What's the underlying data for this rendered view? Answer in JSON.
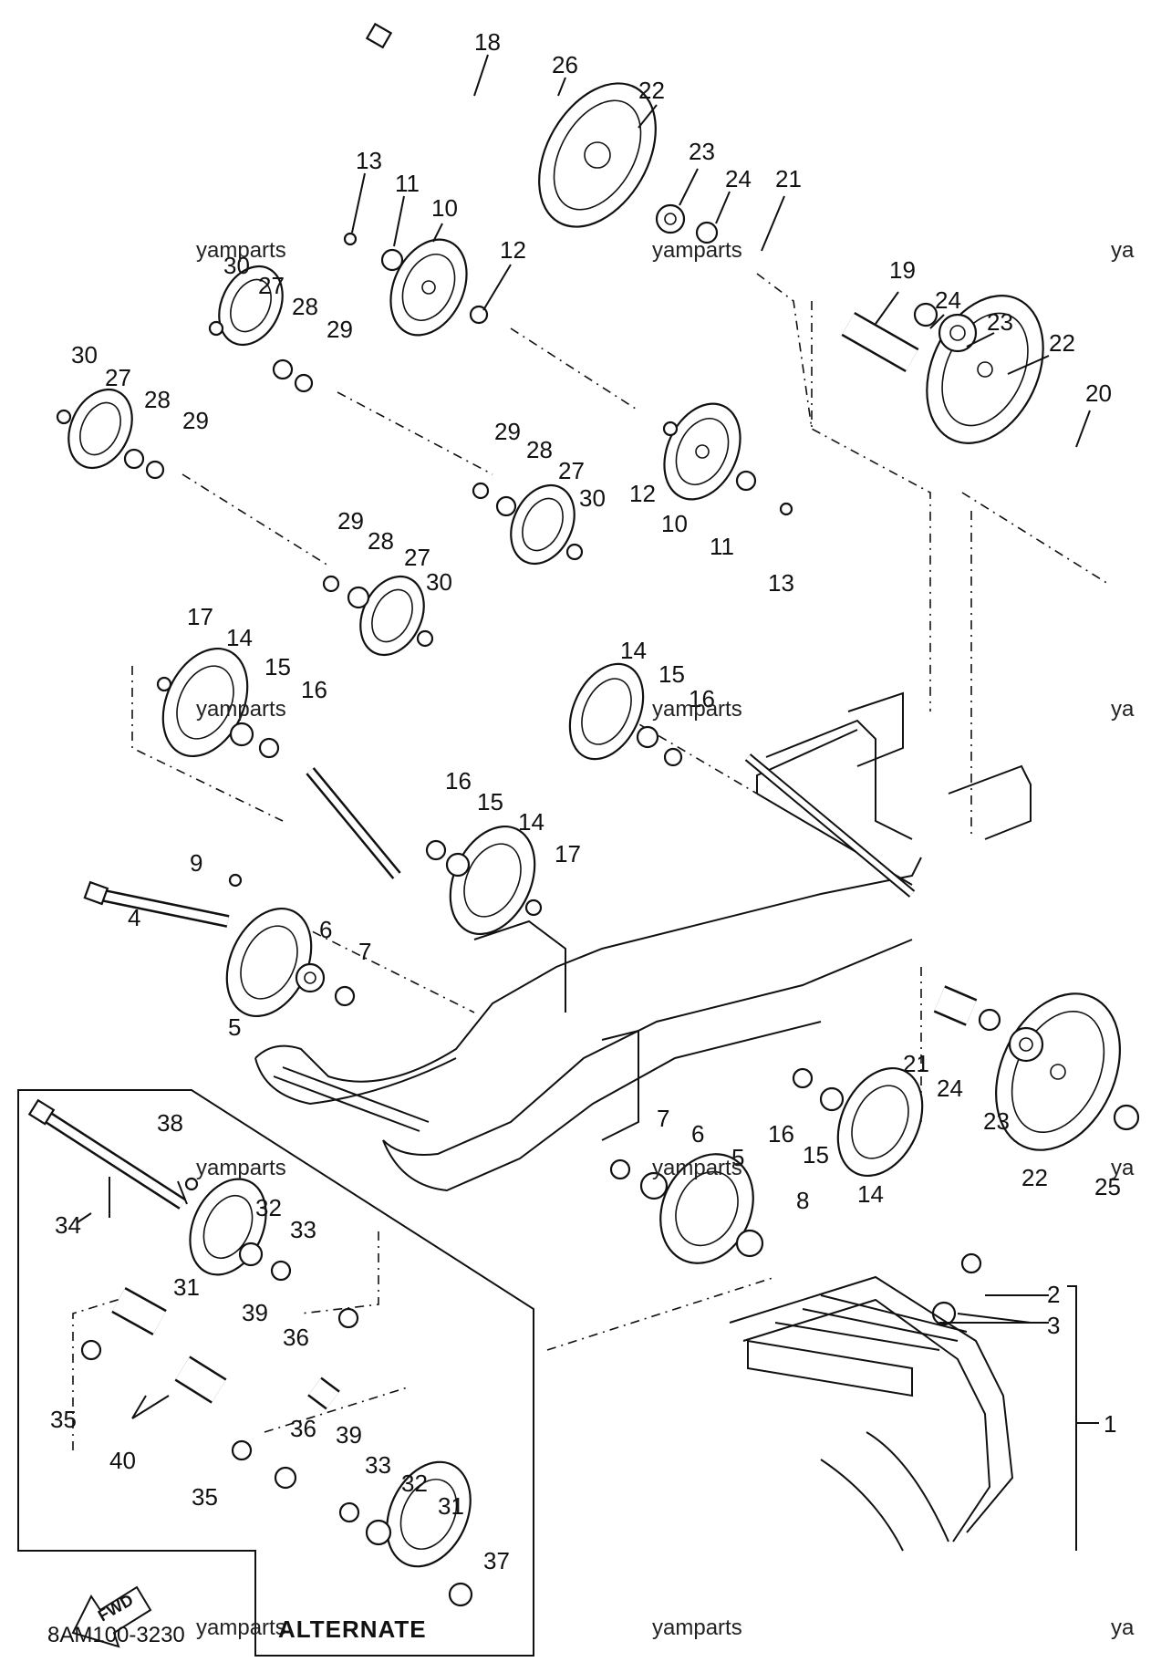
{
  "diagram": {
    "code": "8AM100-3230",
    "alternate_label": "ALTERNATE",
    "fwd_label": "FWD",
    "watermark": "yamparts",
    "watermark_partial": "ya"
  },
  "labels": [
    {
      "id": "l18a",
      "text": "18"
    },
    {
      "id": "l26a",
      "text": "26"
    },
    {
      "id": "l22a",
      "text": "22"
    },
    {
      "id": "l23a",
      "text": "23"
    },
    {
      "id": "l24a",
      "text": "24"
    },
    {
      "id": "l21a",
      "text": "21"
    },
    {
      "id": "l13a",
      "text": "13"
    },
    {
      "id": "l11a",
      "text": "11"
    },
    {
      "id": "l10a",
      "text": "10"
    },
    {
      "id": "l12a",
      "text": "12"
    },
    {
      "id": "l30a",
      "text": "30"
    },
    {
      "id": "l27a",
      "text": "27"
    },
    {
      "id": "l28a",
      "text": "28"
    },
    {
      "id": "l29a",
      "text": "29"
    },
    {
      "id": "l30b",
      "text": "30"
    },
    {
      "id": "l27b",
      "text": "27"
    },
    {
      "id": "l28b",
      "text": "28"
    },
    {
      "id": "l29b",
      "text": "29"
    },
    {
      "id": "l19a",
      "text": "19"
    },
    {
      "id": "l24b",
      "text": "24"
    },
    {
      "id": "l23b",
      "text": "23"
    },
    {
      "id": "l22b",
      "text": "22"
    },
    {
      "id": "l20a",
      "text": "20"
    },
    {
      "id": "l29c",
      "text": "29"
    },
    {
      "id": "l28c",
      "text": "28"
    },
    {
      "id": "l27c",
      "text": "27"
    },
    {
      "id": "l30c",
      "text": "30"
    },
    {
      "id": "l12b",
      "text": "12"
    },
    {
      "id": "l10b",
      "text": "10"
    },
    {
      "id": "l11b",
      "text": "11"
    },
    {
      "id": "l13b",
      "text": "13"
    },
    {
      "id": "l29d",
      "text": "29"
    },
    {
      "id": "l28d",
      "text": "28"
    },
    {
      "id": "l27d",
      "text": "27"
    },
    {
      "id": "l30d",
      "text": "30"
    },
    {
      "id": "l17a",
      "text": "17"
    },
    {
      "id": "l14a",
      "text": "14"
    },
    {
      "id": "l15a",
      "text": "15"
    },
    {
      "id": "l16a",
      "text": "16"
    },
    {
      "id": "l14b",
      "text": "14"
    },
    {
      "id": "l15b",
      "text": "15"
    },
    {
      "id": "l16b",
      "text": "16"
    },
    {
      "id": "l16c",
      "text": "16"
    },
    {
      "id": "l15c",
      "text": "15"
    },
    {
      "id": "l14c",
      "text": "14"
    },
    {
      "id": "l17b",
      "text": "17"
    },
    {
      "id": "l9a",
      "text": "9"
    },
    {
      "id": "l4a",
      "text": "4"
    },
    {
      "id": "l6a",
      "text": "6"
    },
    {
      "id": "l7a",
      "text": "7"
    },
    {
      "id": "l5a",
      "text": "5"
    },
    {
      "id": "l21b",
      "text": "21"
    },
    {
      "id": "l24c",
      "text": "24"
    },
    {
      "id": "l23c",
      "text": "23"
    },
    {
      "id": "l22c",
      "text": "22"
    },
    {
      "id": "l25a",
      "text": "25"
    },
    {
      "id": "l16d",
      "text": "16"
    },
    {
      "id": "l15d",
      "text": "15"
    },
    {
      "id": "l14d",
      "text": "14"
    },
    {
      "id": "l7b",
      "text": "7"
    },
    {
      "id": "l6b",
      "text": "6"
    },
    {
      "id": "l5b",
      "text": "5"
    },
    {
      "id": "l8a",
      "text": "8"
    },
    {
      "id": "l38a",
      "text": "38"
    },
    {
      "id": "l34a",
      "text": "34"
    },
    {
      "id": "l32a",
      "text": "32"
    },
    {
      "id": "l33a",
      "text": "33"
    },
    {
      "id": "l31a",
      "text": "31"
    },
    {
      "id": "l39a",
      "text": "39"
    },
    {
      "id": "l36a",
      "text": "36"
    },
    {
      "id": "l35a",
      "text": "35"
    },
    {
      "id": "l40a",
      "text": "40"
    },
    {
      "id": "l35b",
      "text": "35"
    },
    {
      "id": "l36b",
      "text": "36"
    },
    {
      "id": "l39b",
      "text": "39"
    },
    {
      "id": "l33b",
      "text": "33"
    },
    {
      "id": "l32b",
      "text": "32"
    },
    {
      "id": "l31b",
      "text": "31"
    },
    {
      "id": "l37a",
      "text": "37"
    },
    {
      "id": "l2a",
      "text": "2"
    },
    {
      "id": "l3a",
      "text": "3"
    },
    {
      "id": "l1a",
      "text": "1"
    }
  ]
}
